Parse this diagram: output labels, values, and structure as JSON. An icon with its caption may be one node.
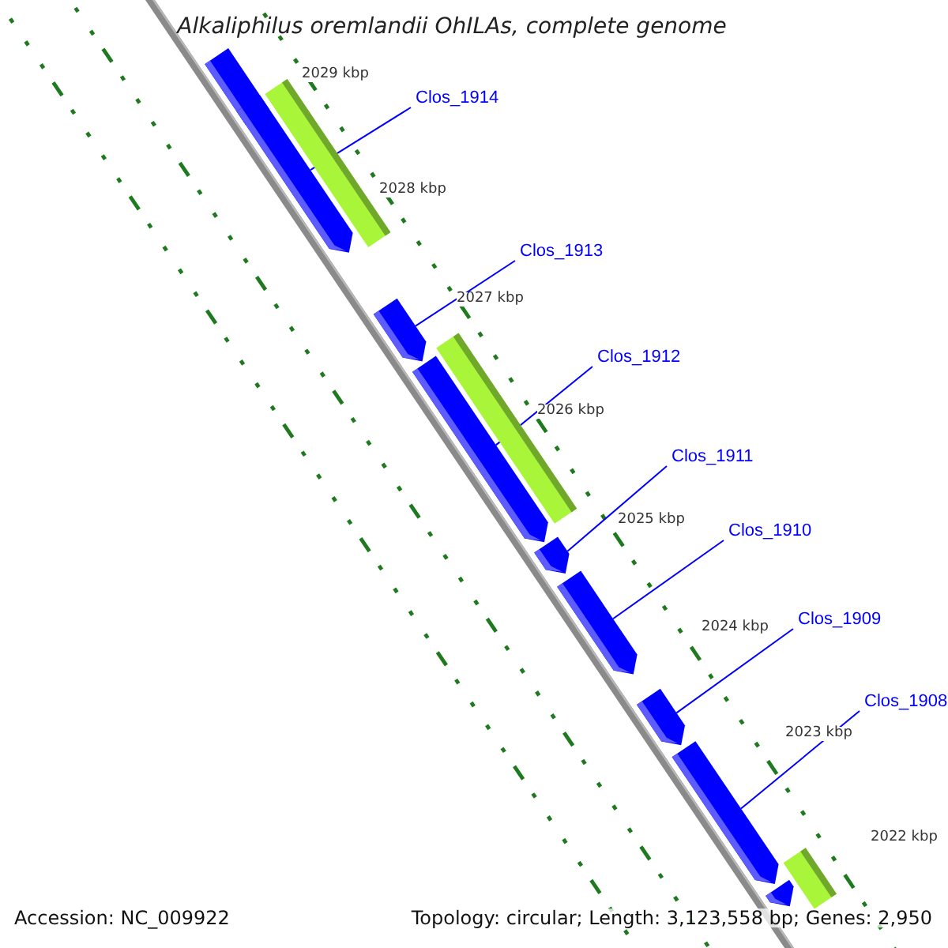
{
  "diagram": {
    "title": "Alkaliphilus oremlandii OhILAs, complete genome",
    "nodes": [
      {
        "text": [
          "Clos_1914"
        ]
      },
      {
        "text": [
          "Clos_1913"
        ]
      },
      {
        "text": [
          "Clos_1912"
        ]
      },
      {
        "text": [
          "Clos_1911"
        ]
      },
      {
        "text": [
          "Clos_1910"
        ]
      },
      {
        "text": [
          "Clos_1909"
        ]
      },
      {
        "text": [
          "Clos_1908"
        ]
      },
      {
        "text": [],
        "shape": "box"
      },
      {
        "text": [],
        "shape": "bar"
      },
      {
        "text": [],
        "shape": "box"
      },
      {
        "text": [],
        "shape": "box"
      },
      {
        "text": [],
        "shape": "bar"
      },
      {
        "text": [],
        "shape": "box"
      },
      {
        "text": [],
        "shape": "box"
      },
      {
        "text": [],
        "shape": "box"
      },
      {
        "text": [],
        "shape": "box"
      },
      {
        "text": [],
        "shape": "box"
      },
      {
        "text": [],
        "shape": "bar"
      },
      {
        "text": [],
        "shape": "box"
      }
    ],
    "edges": [
      {
        "from": 0,
        "to": 9,
        "arrow": "none"
      },
      {
        "from": 1,
        "to": 10,
        "arrow": "none"
      },
      {
        "from": 2,
        "to": 12,
        "arrow": "none"
      },
      {
        "from": 3,
        "to": 13,
        "arrow": "none"
      },
      {
        "from": 4,
        "to": 14,
        "arrow": "none"
      },
      {
        "from": 5,
        "to": 15,
        "arrow": "none"
      },
      {
        "from": 6,
        "to": 16,
        "arrow": "none"
      }
    ],
    "labels": [
      "2029 kbp",
      "2028 kbp",
      "2027 kbp",
      "2026 kbp",
      "2025 kbp",
      "2024 kbp",
      "2023 kbp",
      "2022 kbp",
      "Accession: NC_009922",
      "Topology: circular; Length: 3,123,558 bp; Genes: 2,950"
    ]
  }
}
